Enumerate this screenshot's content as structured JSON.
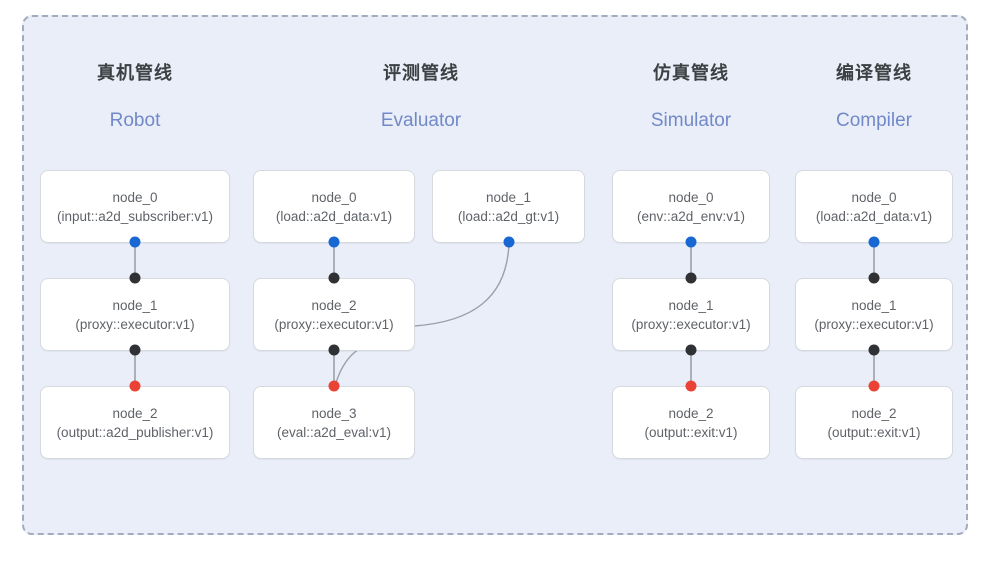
{
  "panel": {
    "background_color": "#e9eef9",
    "border_color": "#a3abbd",
    "border_style": "dashed"
  },
  "palette": {
    "title_color": "#3c4043",
    "subtitle_color": "#7289c8",
    "node_text_color": "#5f6368",
    "card_border_color": "#d6d9de",
    "card_background": "#ffffff",
    "edge_color": "#9aa0a6",
    "port_blue": "#1967d2",
    "port_black": "#303134",
    "port_red": "#ea4335"
  },
  "columns": [
    {
      "title_cn": "真机管线",
      "title_en": "Robot",
      "nodes": [
        {
          "id": "node_0",
          "type": "(input::a2d_subscriber:v1)"
        },
        {
          "id": "node_1",
          "type": "(proxy::executor:v1)"
        },
        {
          "id": "node_2",
          "type": "(output::a2d_publisher:v1)"
        }
      ]
    },
    {
      "title_cn": "评测管线",
      "title_en": "Evaluator",
      "nodes": [
        {
          "id": "node_0",
          "type": "(load::a2d_data:v1)"
        },
        {
          "id": "node_1",
          "type": "(load::a2d_gt:v1)"
        },
        {
          "id": "node_2",
          "type": "(proxy::executor:v1)"
        },
        {
          "id": "node_3",
          "type": "(eval::a2d_eval:v1)"
        }
      ]
    },
    {
      "title_cn": "仿真管线",
      "title_en": "Simulator",
      "nodes": [
        {
          "id": "node_0",
          "type": "(env::a2d_env:v1)"
        },
        {
          "id": "node_1",
          "type": "(proxy::executor:v1)"
        },
        {
          "id": "node_2",
          "type": "(output::exit:v1)"
        }
      ]
    },
    {
      "title_cn": "编译管线",
      "title_en": "Compiler",
      "nodes": [
        {
          "id": "node_0",
          "type": "(load::a2d_data:v1)"
        },
        {
          "id": "node_1",
          "type": "(proxy::executor:v1)"
        },
        {
          "id": "node_2",
          "type": "(output::exit:v1)"
        }
      ]
    }
  ]
}
